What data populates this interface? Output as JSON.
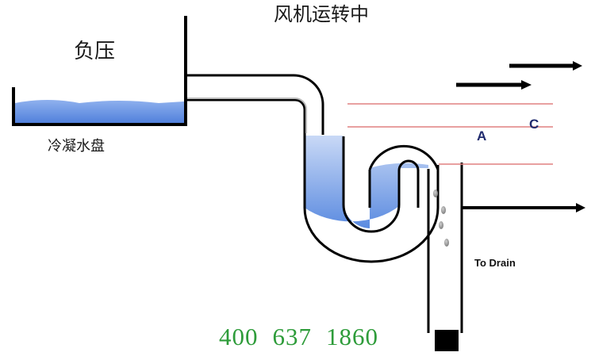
{
  "title": "风机运转中",
  "pressure_label": "负压",
  "pan_label": "冷凝水盘",
  "labels": {
    "a": "A",
    "c": "C",
    "drain": "To Drain"
  },
  "phone": [
    "400",
    "637",
    "1860"
  ],
  "colors": {
    "water": "#5b8be0",
    "water_light": "#c9d9f6",
    "pipe_stroke": "#000000",
    "pressure_lines": "#e08080",
    "arrows": "#000000",
    "phone_text": "#2e9c3a",
    "marker_text": "#1f2a6e"
  }
}
